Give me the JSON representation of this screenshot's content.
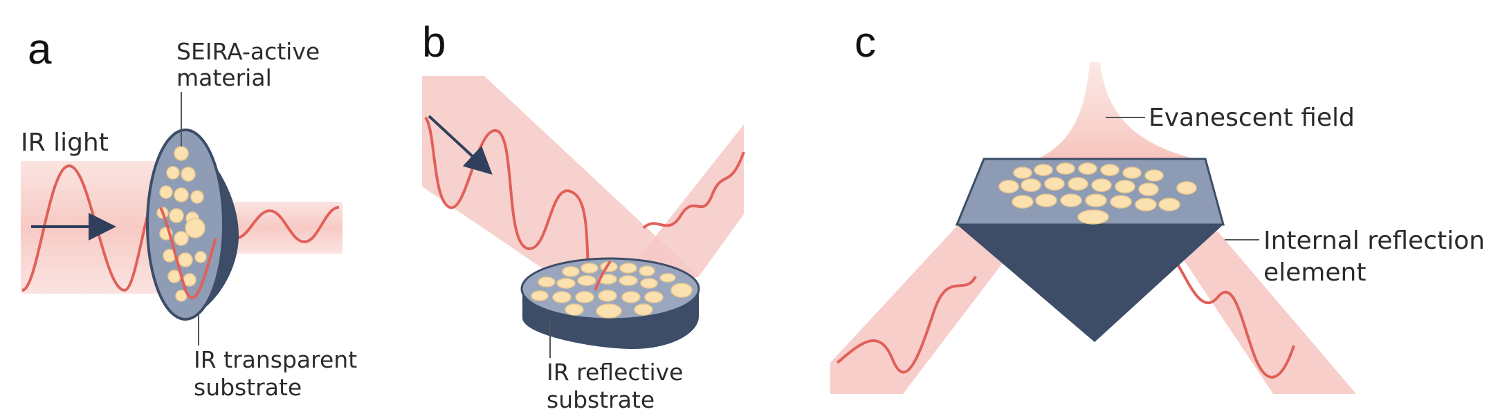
{
  "panels": {
    "a": {
      "letter": "a",
      "label_material_line1": "SEIRA-active",
      "label_material_line2": "material",
      "label_light": "IR light",
      "label_substrate_line1": "IR transparent",
      "label_substrate_line2": "substrate"
    },
    "b": {
      "letter": "b",
      "label_substrate_line1": "IR reflective",
      "label_substrate_line2": "substrate"
    },
    "c": {
      "letter": "c",
      "label_field": "Evanescent field",
      "label_element_line1": "Internal reflection",
      "label_element_line2": "element"
    }
  },
  "colors": {
    "beam": "#f6c9c4",
    "wave": "#e0605a",
    "substrate": "#3d4d68",
    "particle": "#fbe1b0",
    "arrow": "#2f3f5c"
  }
}
